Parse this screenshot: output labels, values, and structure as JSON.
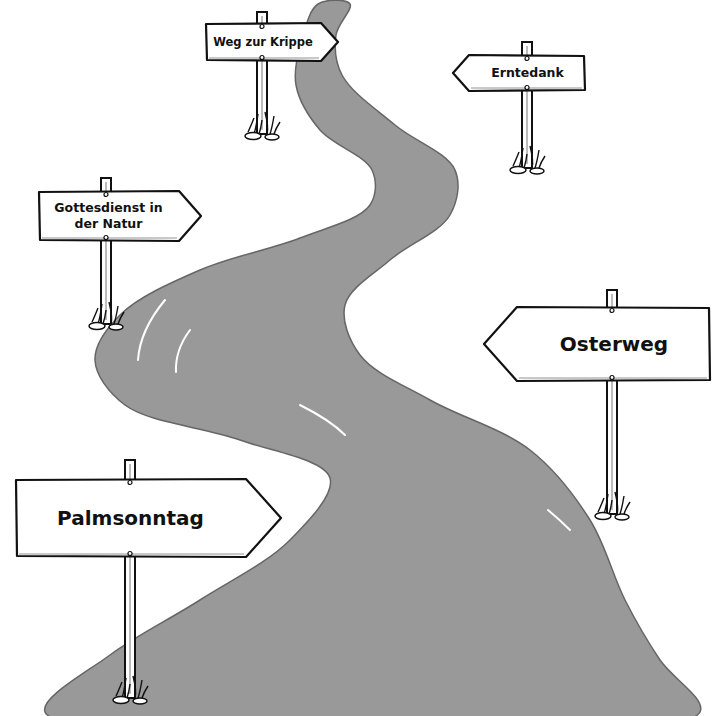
{
  "diagram": {
    "nodes": [
      {
        "text": [
          "Weg zur Krippe"
        ]
      },
      {
        "text": [
          "Erntedank"
        ]
      },
      {
        "text": [
          "Gottesdienst in der Natur"
        ]
      },
      {
        "text": [
          "Osterweg"
        ]
      },
      {
        "text": [
          "Palmsonntag"
        ]
      }
    ]
  }
}
